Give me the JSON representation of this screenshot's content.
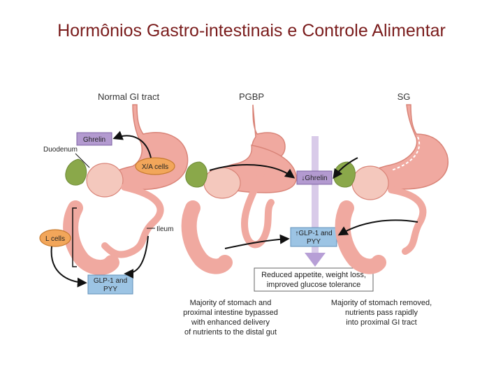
{
  "title": "Hormônios Gastro-intestinais e Controle Alimentar",
  "panels": {
    "normal": "Normal GI tract",
    "pgbp": "PGBP",
    "sg": "SG"
  },
  "labels": {
    "duodenum": "Duodenum",
    "ghrelin": "Ghrelin",
    "xa_cells": "X/A cells",
    "ileum": "Ileum",
    "l_cells": "L cells",
    "glp1_pyy_line1": "GLP-1 and",
    "glp1_pyy_line2": "PYY",
    "down_ghrelin": "↓Ghrelin",
    "up_glp1_line1": "↑GLP-1 and",
    "up_glp1_line2": "PYY",
    "outcome_line1": "Reduced appetite, weight loss,",
    "outcome_line2": "improved glucose tolerance"
  },
  "captions": {
    "pgbp": [
      "Majority of stomach and",
      "proximal intestine bypassed",
      "with enhanced delivery",
      "of nutrients to the distal gut"
    ],
    "sg": [
      "Majority of stomach removed,",
      "nutrients pass rapidly",
      "into proximal GI tract"
    ]
  },
  "colors": {
    "title": "#7a1c1c",
    "organ": "#f0a9a0",
    "organ_dark": "#d98478",
    "gallbladder": "#8aa84a",
    "label_purple": "#b39ad0",
    "label_blue": "#9cc4e4",
    "cell_orange": "#f2a65a",
    "center_arrow": "#c9b6e0"
  }
}
